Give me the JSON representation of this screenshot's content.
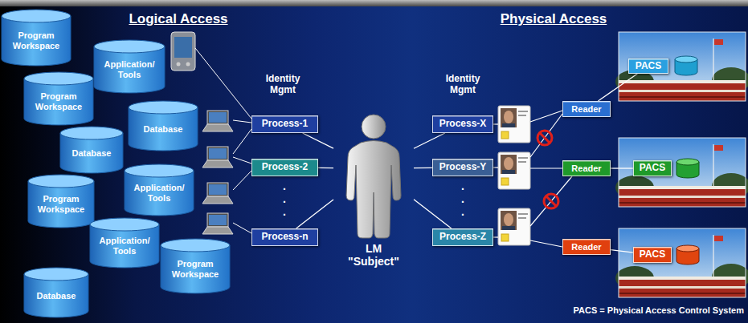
{
  "diagram": {
    "nodes": [
      {
        "text": [
          "Program Workspace"
        ]
      },
      {
        "text": [
          "Application/ Tools"
        ]
      },
      {
        "text": [
          "Program Workspace"
        ]
      },
      {
        "text": [
          "Database"
        ]
      },
      {
        "text": [
          "Database"
        ]
      },
      {
        "text": [
          "Program Workspace"
        ]
      },
      {
        "text": [
          "Application/ Tools"
        ]
      },
      {
        "text": [
          "Application/ Tools"
        ]
      },
      {
        "text": [
          "Program Workspace"
        ]
      },
      {
        "text": [
          "Database"
        ]
      },
      {
        "text": [
          "Process-1"
        ]
      },
      {
        "text": [
          "Process-2"
        ]
      },
      {
        "text": [
          "Process-n"
        ]
      },
      {
        "text": [
          "LM \"Subject\""
        ]
      },
      {
        "text": [
          "Process-X"
        ]
      },
      {
        "text": [
          "Process-Y"
        ]
      },
      {
        "text": [
          "Process-Z"
        ]
      },
      {
        "text": [
          "Reader"
        ]
      },
      {
        "text": [
          "PACS"
        ]
      },
      {
        "text": [
          "Reader"
        ]
      },
      {
        "text": [
          "PACS"
        ]
      },
      {
        "text": [
          "Reader"
        ]
      },
      {
        "text": [
          "PACS"
        ]
      }
    ],
    "edges": [
      {
        "from": 13,
        "to": 10,
        "arrow": "none"
      },
      {
        "from": 13,
        "to": 11,
        "arrow": "none"
      },
      {
        "from": 13,
        "to": 12,
        "arrow": "none"
      },
      {
        "from": 13,
        "to": 14,
        "arrow": "none"
      },
      {
        "from": 13,
        "to": 15,
        "arrow": "none"
      },
      {
        "from": 13,
        "to": 16,
        "arrow": "none"
      },
      {
        "from": 17,
        "to": 18,
        "arrow": "none"
      },
      {
        "from": 19,
        "to": 20,
        "arrow": "none"
      },
      {
        "from": 21,
        "to": 22,
        "arrow": "none"
      }
    ],
    "labels": [
      "Logical Access",
      "Physical Access",
      "Identity Mgmt",
      "Identity Mgmt",
      ".",
      ".",
      ".",
      ".",
      ".",
      ".",
      "PACS = Physical Access Control System"
    ]
  }
}
